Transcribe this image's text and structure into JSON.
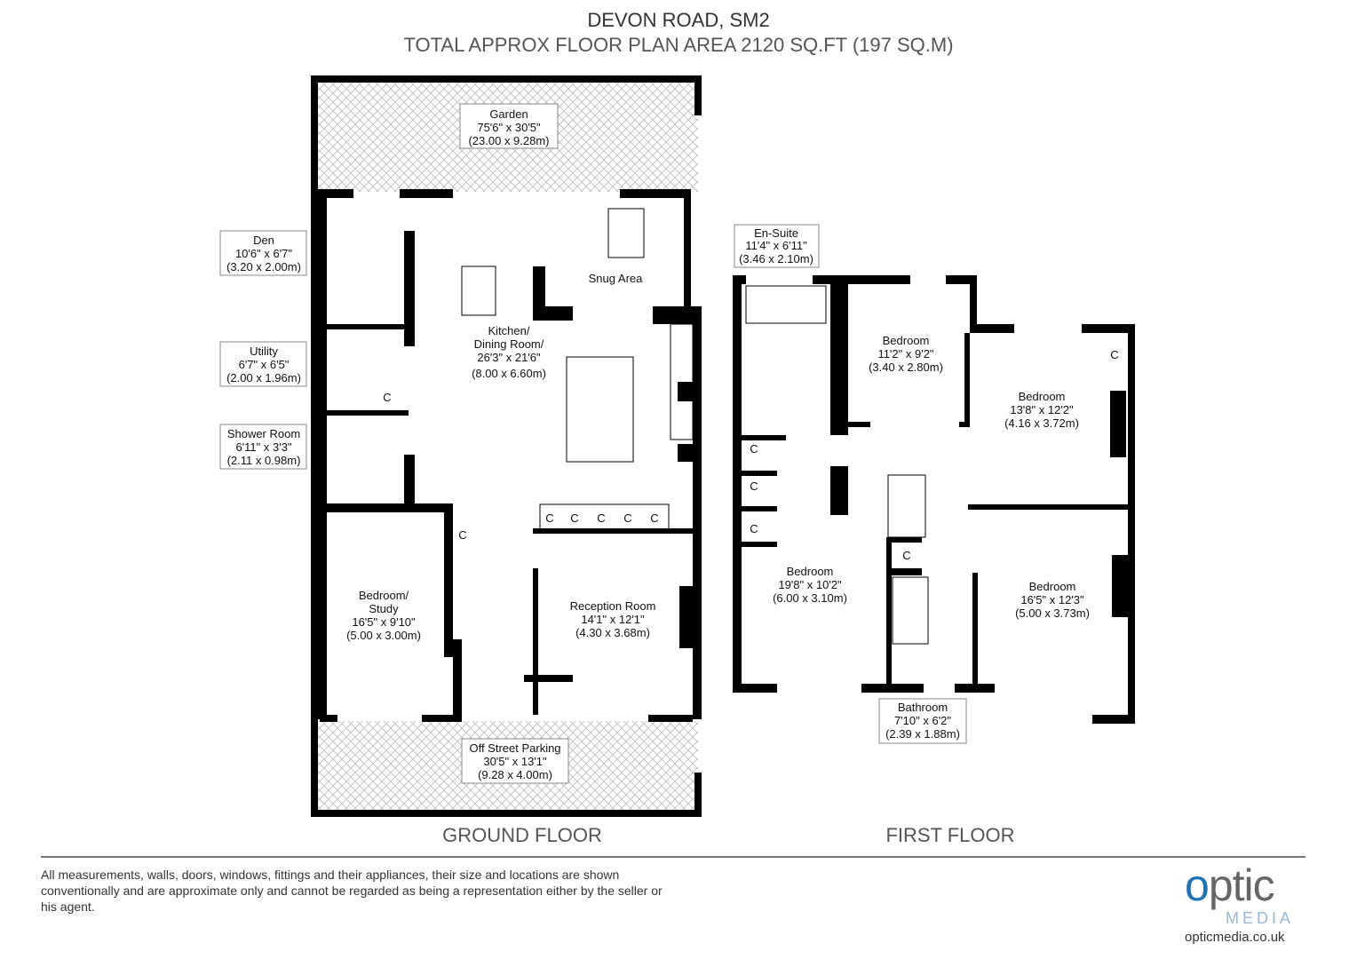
{
  "header": {
    "title": "DEVON ROAD, SM2",
    "subtitle": "TOTAL APPROX FLOOR PLAN AREA 2120 SQ.FT (197 SQ.M)"
  },
  "ground_floor": {
    "label": "GROUND FLOOR",
    "rooms": [
      {
        "name": "Garden",
        "imperial": "75'6\" x 30'5\"",
        "metric": "(23.00 x 9.28m)"
      },
      {
        "name": "Den",
        "imperial": "10'6\" x 6'7\"",
        "metric": "(3.20 x 2.00m)"
      },
      {
        "name": "Utility",
        "imperial": "6'7\" x 6'5\"",
        "metric": "(2.00 x 1.96m)"
      },
      {
        "name": "Shower Room",
        "imperial": "6'11\" x 3'3\"",
        "metric": "(2.11 x 0.98m)"
      },
      {
        "name": "Kitchen/",
        "name2": "Dining Room/",
        "imperial": "26'3\" x 21'6\"",
        "metric": "(8.00 x 6.60m)"
      },
      {
        "name": "Snug Area"
      },
      {
        "name": "Bedroom/",
        "name2": "Study",
        "imperial": "16'5\" x 9'10\"",
        "metric": "(5.00 x 3.00m)"
      },
      {
        "name": "Reception Room",
        "imperial": "14'1\" x 12'1\"",
        "metric": "(4.30 x 3.68m)"
      },
      {
        "name": "Off Street Parking",
        "imperial": "30'5\" x 13'1\"",
        "metric": "(9.28 x 4.00m)"
      }
    ],
    "cupboard": "C"
  },
  "first_floor": {
    "label": "FIRST FLOOR",
    "rooms": [
      {
        "name": "En-Suite",
        "imperial": "11'4\" x 6'11\"",
        "metric": "(3.46 x 2.10m)"
      },
      {
        "name": "Bedroom",
        "imperial": "11'2\" x 9'2\"",
        "metric": "(3.40 x 2.80m)"
      },
      {
        "name": "Bedroom",
        "imperial": "13'8\" x 12'2\"",
        "metric": "(4.16 x 3.72m)"
      },
      {
        "name": "Bedroom",
        "imperial": "19'8\" x 10'2\"",
        "metric": "(6.00 x 3.10m)"
      },
      {
        "name": "Bedroom",
        "imperial": "16'5\" x 12'3\"",
        "metric": "(5.00 x 3.73m)"
      },
      {
        "name": "Bathroom",
        "imperial": "7'10\" x 6'2\"",
        "metric": "(2.39 x 1.88m)"
      }
    ],
    "cupboard": "C"
  },
  "footer": {
    "disclaimer": "All measurements, walls, doors, windows, fittings and their appliances, their size and locations are shown conventionally and are approximate only and cannot be regarded as being a representation either by the seller or his agent.",
    "logo": {
      "word_o": "o",
      "word_rest": "ptic",
      "media": "MEDIA",
      "url": "opticmedia.co.uk"
    }
  },
  "colors": {
    "logo_blue": "#1f73b3",
    "wall": "#000000",
    "hatch": "#bbbbbb"
  }
}
